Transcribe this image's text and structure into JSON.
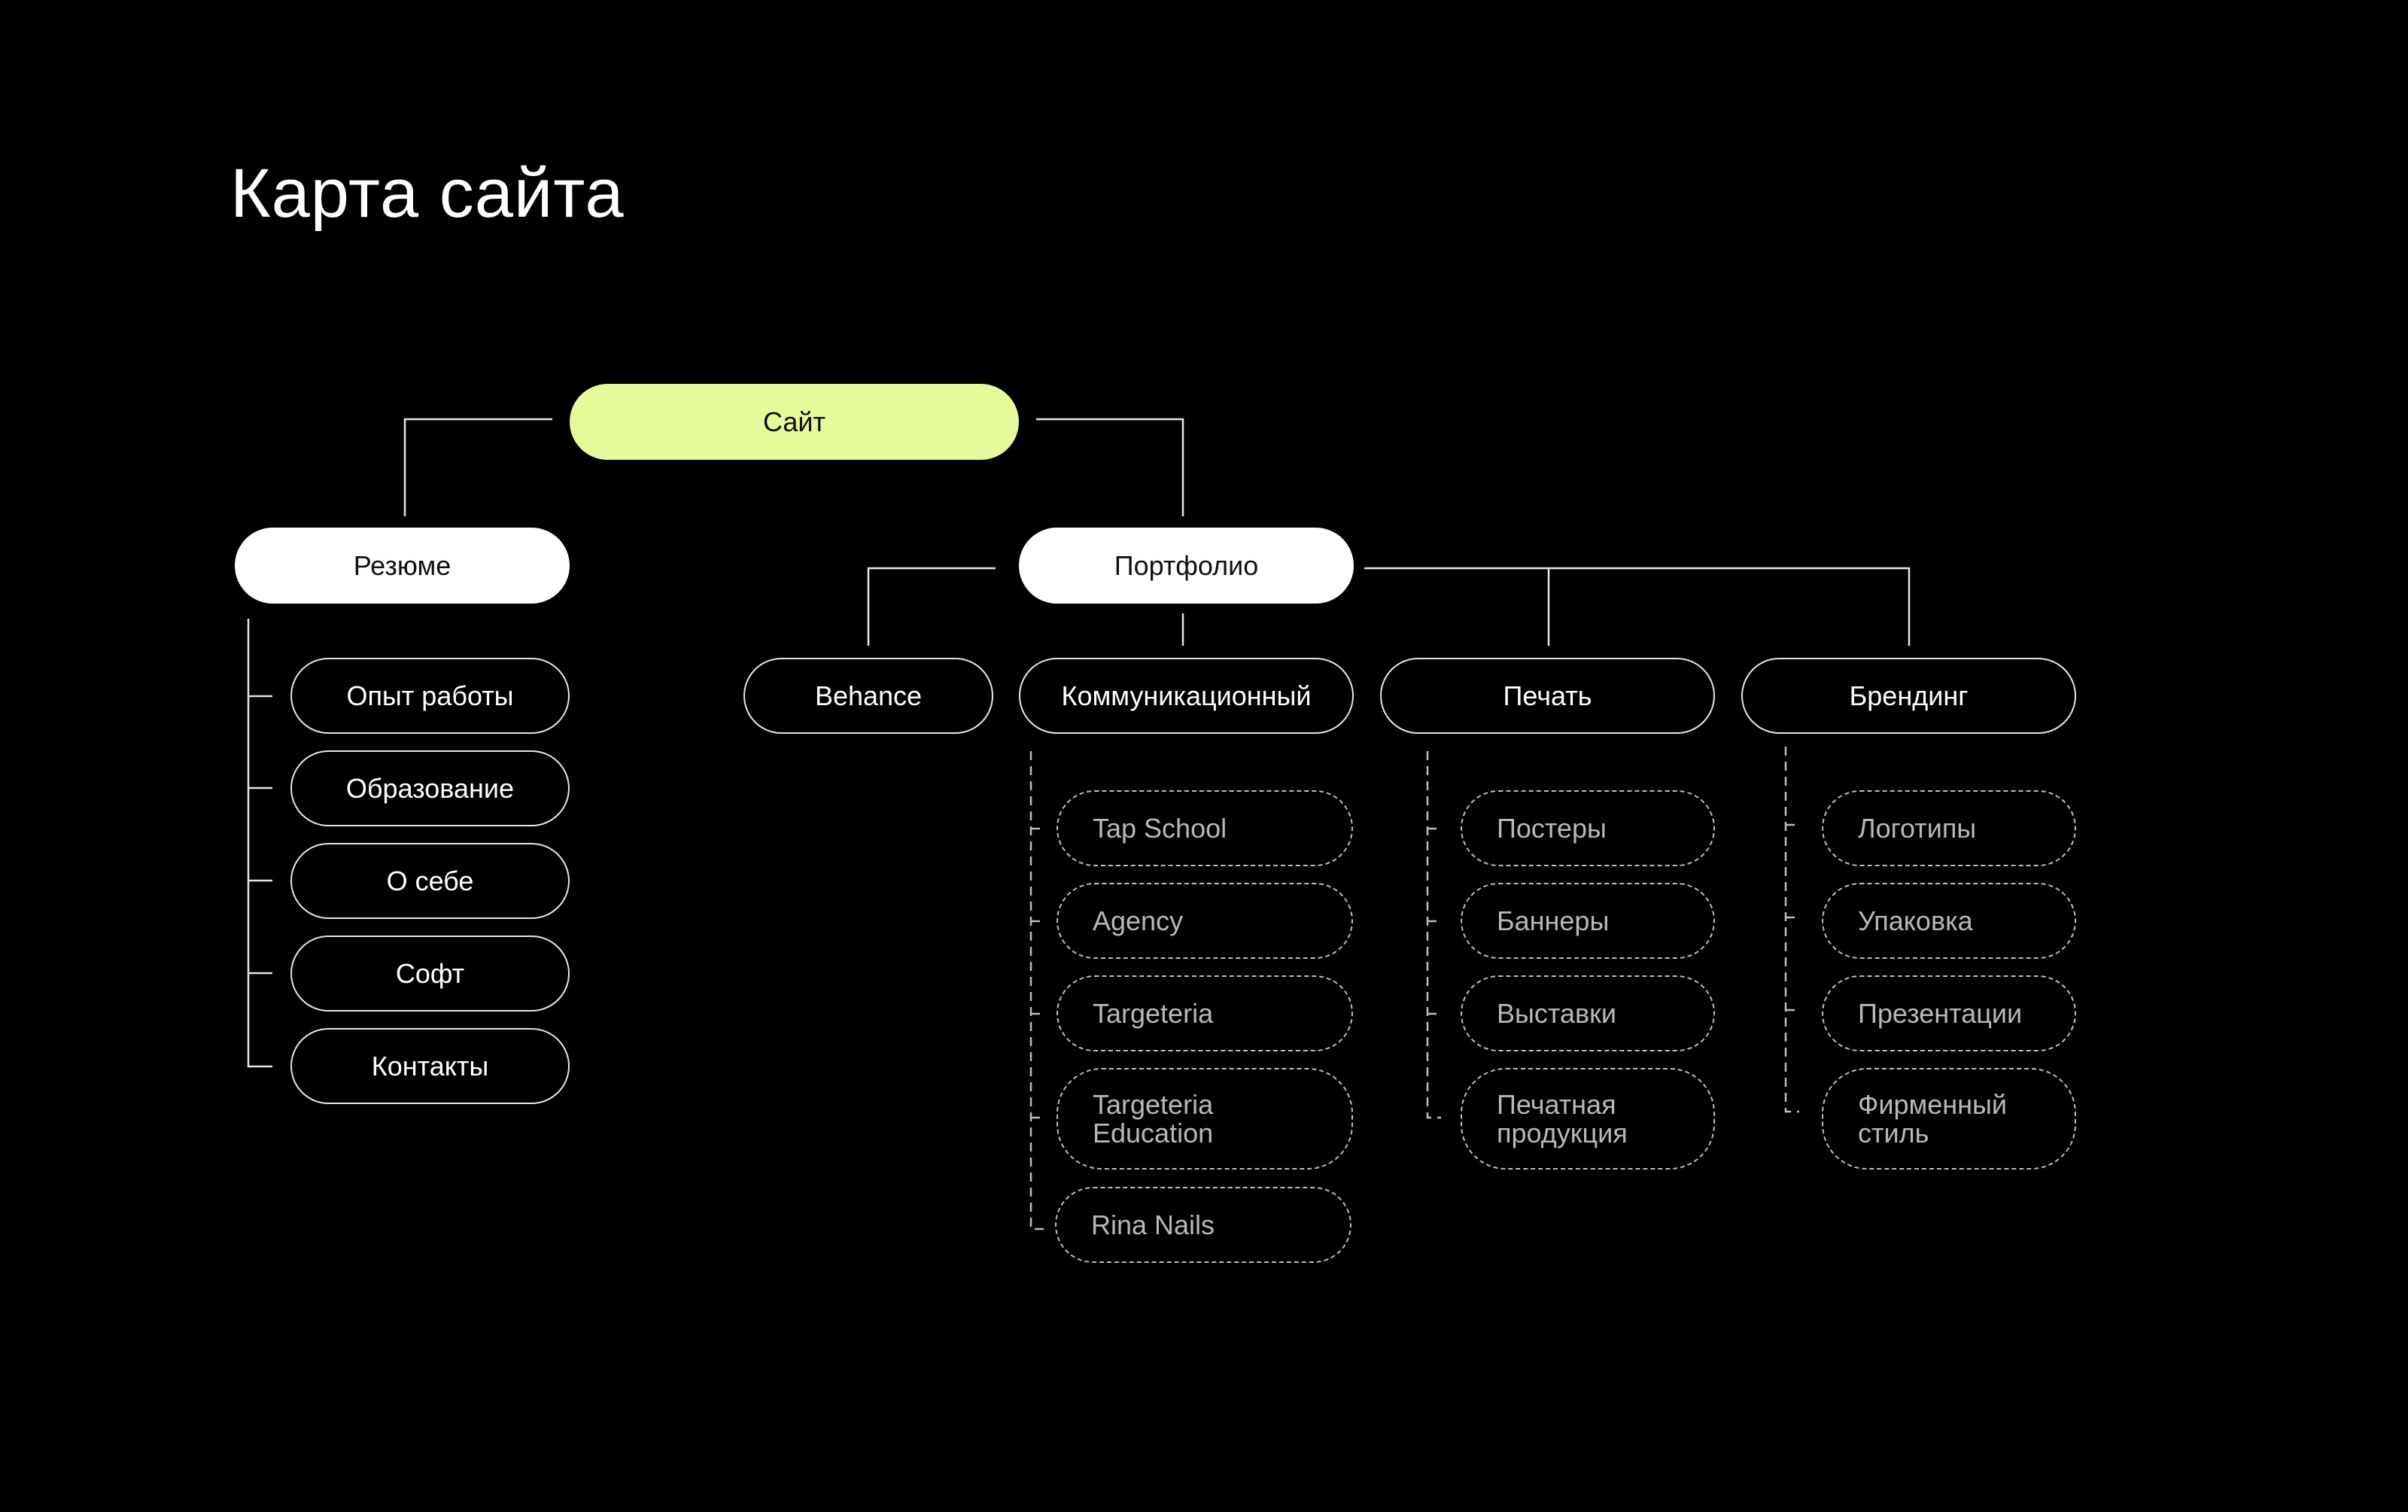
{
  "title": "Карта сайта",
  "colors": {
    "accent": "#e6f99b",
    "background": "#000000",
    "solid_line": "#e6e6e6",
    "dashed": "#bdbdbd"
  },
  "root": {
    "label": "Сайт"
  },
  "resume": {
    "label": "Резюме",
    "items": [
      "Опыт работы",
      "Образование",
      "О себе",
      "Софт",
      "Контакты"
    ]
  },
  "portfolio": {
    "label": "Портфолио",
    "behance": "Behance",
    "categories": [
      {
        "label": "Коммуникационный",
        "items": [
          "Tap School",
          "Agency",
          "Targeteria",
          "Targeteria\nEducation",
          "Rina Nails"
        ]
      },
      {
        "label": "Печать",
        "items": [
          "Постеры",
          "Баннеры",
          "Выставки",
          "Печатная\nпродукция"
        ]
      },
      {
        "label": "Брендинг",
        "items": [
          "Логотипы",
          "Упаковка",
          "Презентации",
          "Фирменный\nстиль"
        ]
      }
    ]
  }
}
